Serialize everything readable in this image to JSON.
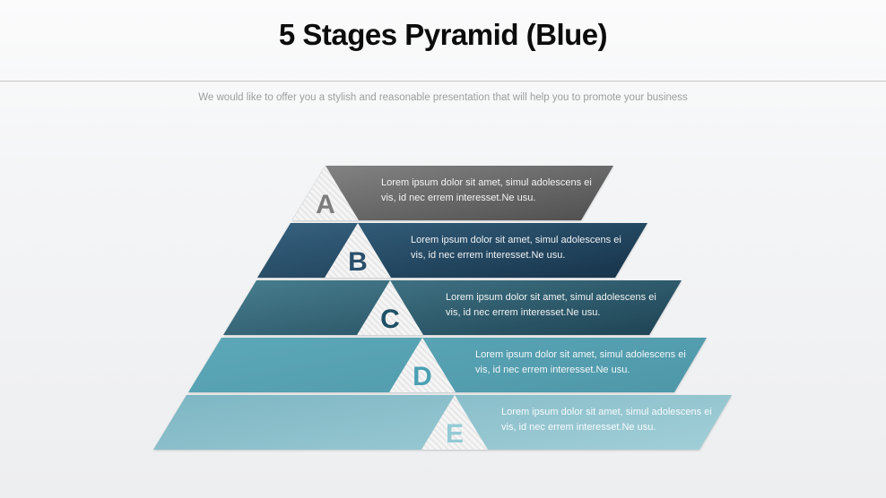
{
  "slide": {
    "title": "5 Stages Pyramid (Blue)",
    "subtitle": "We would like to offer you a stylish and reasonable presentation that will help you to promote your business",
    "background_color": "#f0f1f2",
    "divider_color": "#c6c6c6"
  },
  "chart_data": {
    "type": "pyramid",
    "title": "5 Stages Pyramid (Blue)",
    "stage_count": 5,
    "stages": [
      {
        "letter": "A",
        "lines": [
          "Lorem ipsum dolor  sit amet, simul adolescens  ei",
          "vis, id nec errem interesset.Ne usu."
        ],
        "color_top": "#858585",
        "color_bottom": "#4f4f4f",
        "letter_color": "#7d7d7d"
      },
      {
        "letter": "B",
        "lines": [
          "Lorem ipsum dolor  sit amet, simul adolescens  ei",
          "vis, id nec errem interesset.Ne usu."
        ],
        "color_top": "#36627f",
        "color_bottom": "#16334a",
        "letter_color": "#2a4e6b"
      },
      {
        "letter": "C",
        "lines": [
          "Lorem ipsum dolor  sit amet, simul adolescens  ei",
          "vis, id nec errem interesset.Ne usu."
        ],
        "color_top": "#477e8f",
        "color_bottom": "#1d4253",
        "letter_color": "#1f5065"
      },
      {
        "letter": "D",
        "lines": [
          "Lorem ipsum dolor  sit amet, simul adolescens  ei",
          "vis, id nec errem interesset.Ne usu."
        ],
        "color_top": "#5da8b8",
        "color_bottom": "#4d97a9",
        "letter_color": "#4ba0b3"
      },
      {
        "letter": "E",
        "lines": [
          "Lorem ipsum dolor  sit amet, simul adolescens  ei",
          "vis, id nec errem interesset.Ne usu."
        ],
        "color_top": "#7db6c3",
        "color_bottom": "#a2cfd8",
        "letter_color": "#93cad6"
      }
    ]
  }
}
